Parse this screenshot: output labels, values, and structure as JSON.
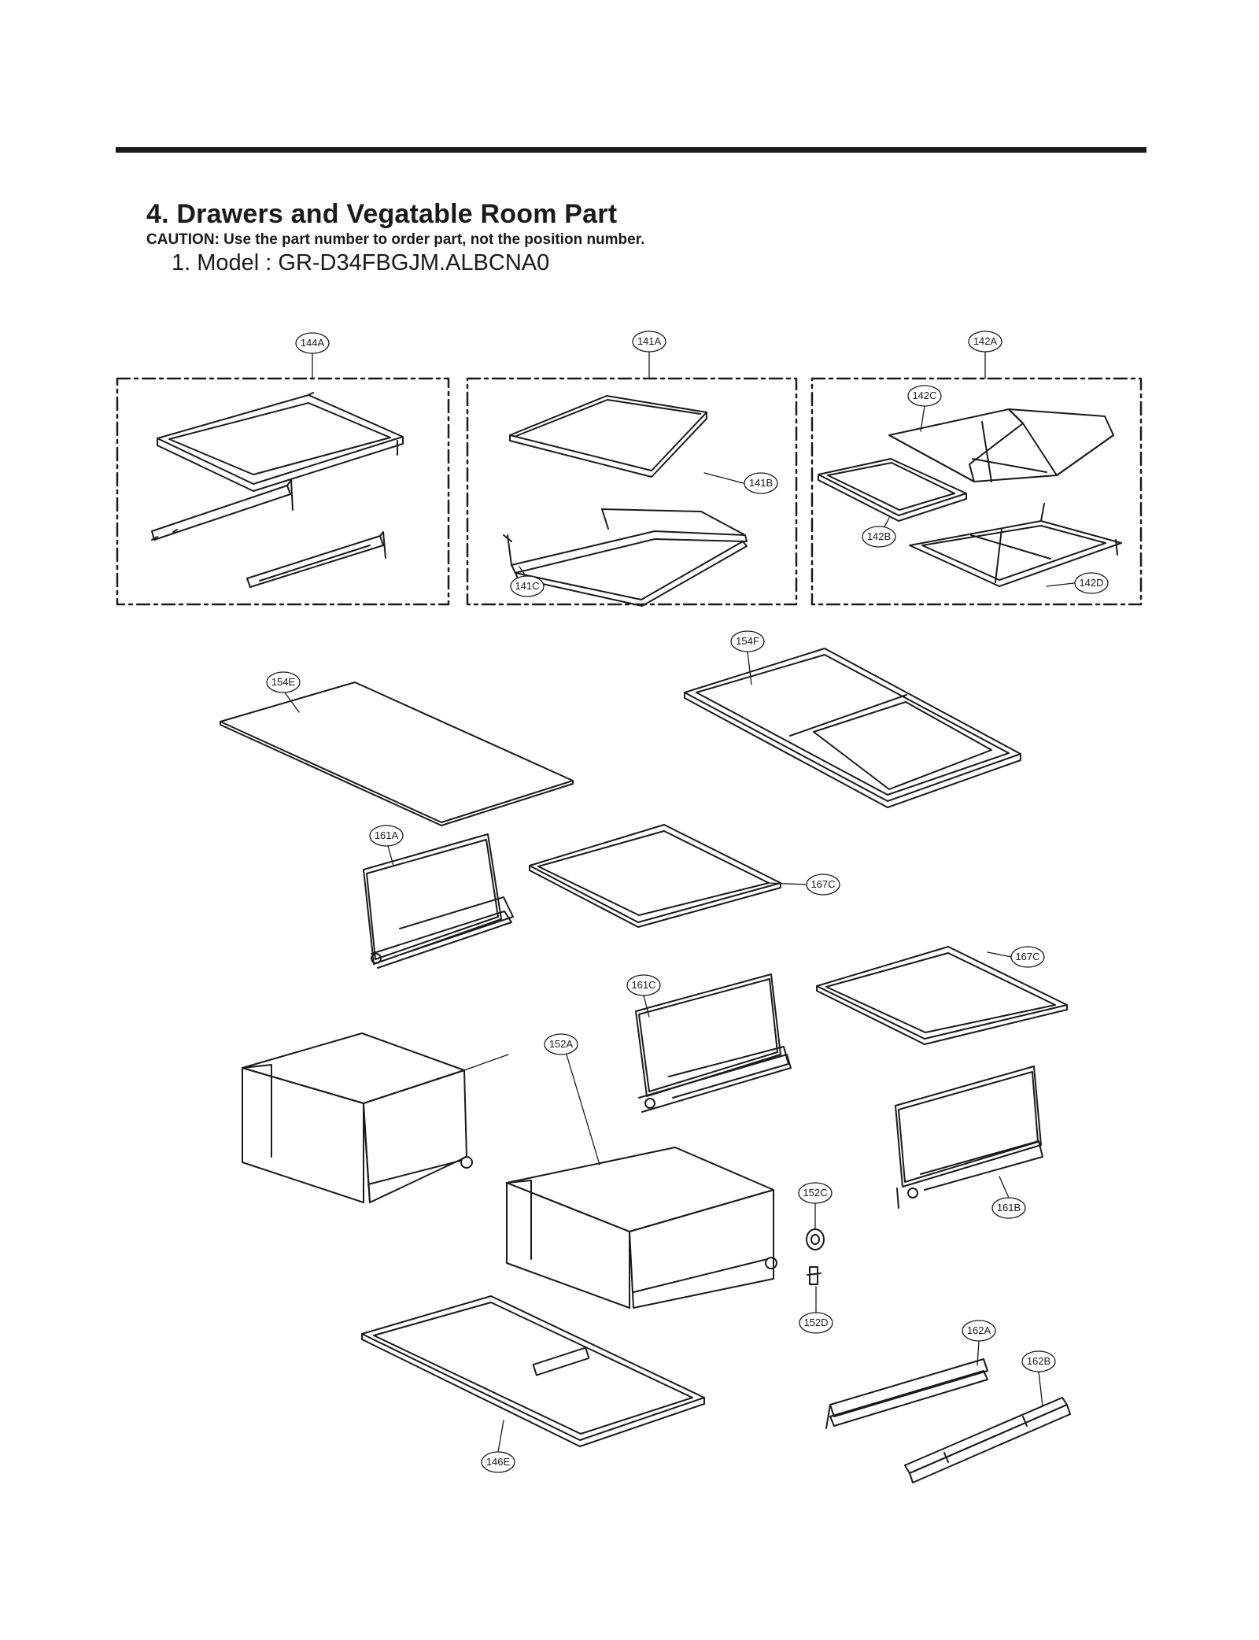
{
  "header": {
    "title": "4. Drawers and Vegatable Room Part",
    "caution": "CAUTION: Use the part number to order part, not the position number.",
    "model": "1. Model : GR-D34FBGJM.ALBCNA0"
  },
  "part_labels": {
    "p144A": "144A",
    "p141A": "141A",
    "p142A": "142A",
    "p142C": "142C",
    "p141B": "141B",
    "p142B": "142B",
    "p141C": "141C",
    "p142D": "142D",
    "p154F": "154F",
    "p154E": "154E",
    "p161A": "161A",
    "p167C_a": "167C",
    "p167C_b": "167C",
    "p161C": "161C",
    "p152A": "152A",
    "p152C": "152C",
    "p161B": "161B",
    "p152D": "152D",
    "p162A": "162A",
    "p162B": "162B",
    "p146E": "146E"
  },
  "colors": {
    "ink": "#1a1a1a",
    "paper": "#ffffff",
    "shade": "#e6e6e6"
  }
}
